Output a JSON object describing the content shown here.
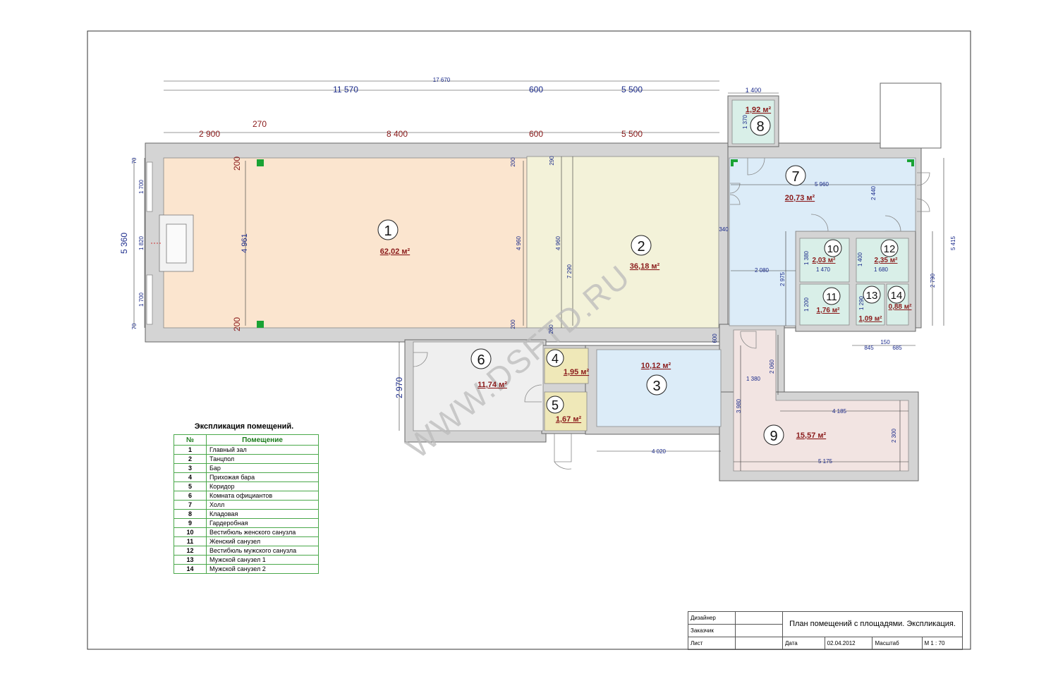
{
  "watermark": "WWW.DSFTD.RU",
  "dimensions": {
    "overall_top": "17 670",
    "top_a": "11 570",
    "top_b": "600",
    "top_c": "5 500",
    "top_8": "1 400",
    "row2_a": "2 900",
    "row2_b": "270",
    "row2_c": "8 400",
    "row2_d": "600",
    "row2_e": "5 500",
    "left_total": "5 360",
    "left_70a": "70",
    "left_1700a": "1 700",
    "left_1820": "1 820",
    "left_1700b": "1 700",
    "left_70b": "70",
    "r1_200tl": "200",
    "r1_200bl": "200",
    "r1_4961": "4 961",
    "r1_200tr": "200",
    "r1_4960": "4 960",
    "r1_200br": "200",
    "r2_290": "290",
    "r2_4960": "4 960",
    "r2_7290": "7 290",
    "r2_260": "260",
    "r2_340": "340",
    "r2_600": "600",
    "r8_1370": "1 370",
    "r7_5960": "5 960",
    "r7_2440": "2 440",
    "r7_2080": "2 080",
    "r7_2975": "2 975",
    "right_5415": "5 415",
    "right_2790": "2 790",
    "r10_1380": "1 380",
    "r10_1470": "1 470",
    "r12_1400": "1 400",
    "r12_1680": "1 680",
    "r11_1200": "1 200",
    "r13_1290": "1 290",
    "bot_150": "150",
    "bot_845": "845",
    "bot_685": "685",
    "r6_2970": "2 970",
    "r3_4020": "4 020",
    "r9_2060": "2 060",
    "r9_1380": "1 380",
    "r9_3980": "3 980",
    "r9_4185": "4 185",
    "r9_2300": "2 300",
    "r9_5175": "5 175"
  },
  "rooms": [
    {
      "num": "1",
      "area": "62,02 м²"
    },
    {
      "num": "2",
      "area": "36,18 м²"
    },
    {
      "num": "3",
      "area": "10,12 м²"
    },
    {
      "num": "4",
      "area": "1,95 м²"
    },
    {
      "num": "5",
      "area": "1,67 м²"
    },
    {
      "num": "6",
      "area": "11,74 м²"
    },
    {
      "num": "7",
      "area": "20,73 м²"
    },
    {
      "num": "8",
      "area": "1,92 м²"
    },
    {
      "num": "9",
      "area": "15,57 м²"
    },
    {
      "num": "10",
      "area": "2,03 м²"
    },
    {
      "num": "11",
      "area": "1,76 м²"
    },
    {
      "num": "12",
      "area": "2,35 м²"
    },
    {
      "num": "13",
      "area": "1,09 м²"
    },
    {
      "num": "14",
      "area": "0,88 м²"
    }
  ],
  "legend": {
    "title": "Экспликация помещений.",
    "col_num": "№",
    "col_room": "Помещение",
    "rows": [
      {
        "n": "1",
        "name": "Главный зал"
      },
      {
        "n": "2",
        "name": "Танцпол"
      },
      {
        "n": "3",
        "name": "Бар"
      },
      {
        "n": "4",
        "name": "Прихожая бара"
      },
      {
        "n": "5",
        "name": "Коридор"
      },
      {
        "n": "6",
        "name": "Комната официантов"
      },
      {
        "n": "7",
        "name": "Холл"
      },
      {
        "n": "8",
        "name": "Кладовая"
      },
      {
        "n": "9",
        "name": "Гардеробная"
      },
      {
        "n": "10",
        "name": "Вестибюль женского санузла"
      },
      {
        "n": "11",
        "name": "Женский санузел"
      },
      {
        "n": "12",
        "name": "Вестибюль мужского санузла"
      },
      {
        "n": "13",
        "name": "Мужской санузел  1"
      },
      {
        "n": "14",
        "name": "Мужской санузел  2"
      }
    ]
  },
  "stamp": {
    "designer": "Дизайнер",
    "customer": "Заказчик",
    "sheet": "Лист",
    "title": "План помещений с площадями. Экспликация.",
    "date_label": "Дата",
    "date": "02.04.2012",
    "scale_label": "Масштаб",
    "scale": "М 1 : 70"
  },
  "colors": {
    "room1": "#fbe5cf",
    "room2": "#f3f2d9",
    "room3_7": "#dcecf8",
    "room4_5": "#efe8b8",
    "room6": "#efefef",
    "room9": "#f2e4e2",
    "wc": "#d9efe8",
    "wall": "#d4d4d4"
  }
}
